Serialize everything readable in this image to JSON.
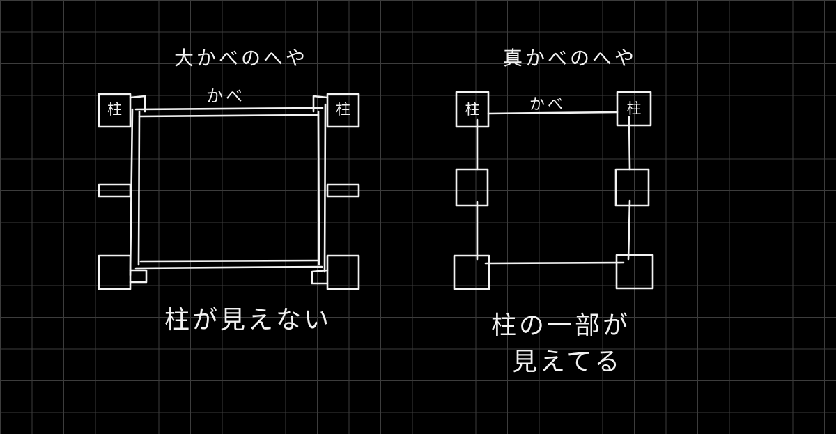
{
  "left": {
    "title": "大かべのへや",
    "wall": "かべ",
    "pillar_left": "柱",
    "pillar_right": "柱",
    "caption": "柱が見えない"
  },
  "right": {
    "title": "真かべのへや",
    "wall": "かべ",
    "pillar_left": "柱",
    "pillar_right": "柱",
    "caption_line1": "柱の一部が",
    "caption_line2": "見えてる"
  },
  "colors": {
    "background": "#000000",
    "grid": "#3c3c3c",
    "ink": "#f2f2f2"
  }
}
